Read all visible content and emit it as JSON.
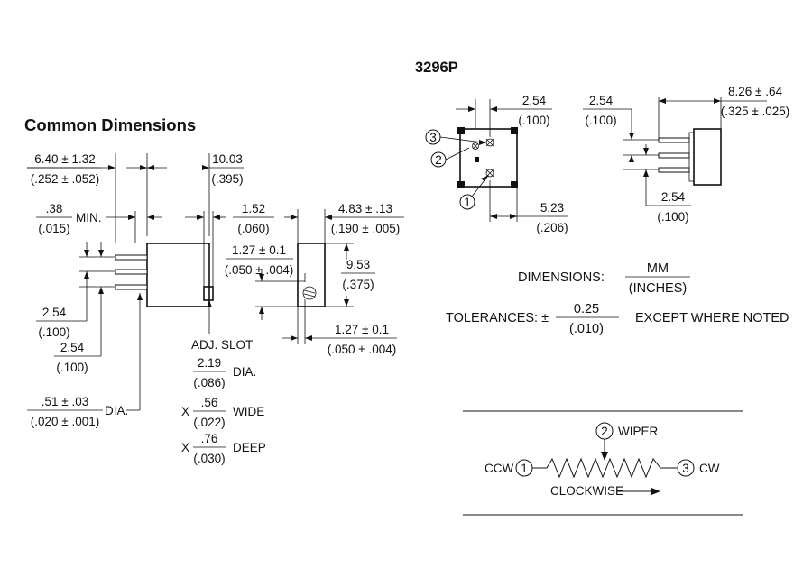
{
  "headings": {
    "common": "Common Dimensions",
    "model": "3296P"
  },
  "common_dims": {
    "overall_height": {
      "mm": "6.40 ± 1.32",
      "in": "(.252 ± .052)"
    },
    "body_depth": {
      "mm": "10.03",
      "in": "(.395)"
    },
    "standoff_min": {
      "mm": ".38",
      "in": "(.015)",
      "suffix": "MIN."
    },
    "slot_offset": {
      "mm": "1.52",
      "in": "(.060)"
    },
    "pin_spacing_a": {
      "mm": "2.54",
      "in": "(.100)"
    },
    "pin_spacing_b": {
      "mm": "2.54",
      "in": "(.100)"
    },
    "pin_dia": {
      "mm": ".51 ± .03",
      "in": "(.020 ± .001)",
      "suffix": "DIA."
    },
    "adj_slot": {
      "title": "ADJ. SLOT",
      "dia": {
        "mm": "2.19",
        "in": "(.086)",
        "suffix": "DIA."
      },
      "wide": {
        "prefix": "X",
        "mm": ".56",
        "in": "(.022)",
        "suffix": "WIDE"
      },
      "deep": {
        "prefix": "X",
        "mm": ".76",
        "in": "(.030)",
        "suffix": "DEEP"
      }
    },
    "side_width": {
      "mm": "4.83 ± .13",
      "in": "(.190 ± .005)"
    },
    "slot_pos": {
      "mm": "1.27 ± 0.1",
      "in": "(.050 ± .004)"
    },
    "side_height": {
      "mm": "9.53",
      "in": "(.375)"
    },
    "bottom_offset": {
      "mm": "1.27 ± 0.1",
      "in": "(.050 ± .004)"
    }
  },
  "model_dims": {
    "top_spacing": {
      "mm": "2.54",
      "in": "(.100)"
    },
    "bottom_span": {
      "mm": "5.23",
      "in": "(.206)"
    },
    "side_spacing_top": {
      "mm": "2.54",
      "in": "(.100)"
    },
    "side_length": {
      "mm": "8.26 ± .64",
      "in": "(.325 ± .025)"
    },
    "side_spacing_bottom": {
      "mm": "2.54",
      "in": "(.100)"
    },
    "pins": [
      "1",
      "2",
      "3"
    ]
  },
  "notes": {
    "dimensions_label": "DIMENSIONS:",
    "dimensions_mm": "MM",
    "dimensions_in": "(INCHES)",
    "tolerances_label": "TOLERANCES: ±",
    "tolerances_mm": "0.25",
    "tolerances_in": "(.010)",
    "tolerances_suffix": "EXCEPT WHERE NOTED"
  },
  "schematic": {
    "ccw": "CCW",
    "cw": "CW",
    "wiper": "WIPER",
    "clockwise": "CLOCKWISE",
    "pin1": "1",
    "pin2": "2",
    "pin3": "3"
  }
}
